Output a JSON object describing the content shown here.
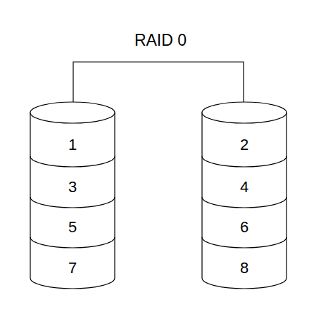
{
  "diagram": {
    "title": "RAID 0",
    "nodes": [
      {
        "text": [
          "1"
        ]
      },
      {
        "text": [
          "2"
        ]
      },
      {
        "text": [
          "3"
        ]
      },
      {
        "text": [
          "4"
        ]
      },
      {
        "text": [
          "5"
        ]
      },
      {
        "text": [
          "6"
        ]
      },
      {
        "text": [
          "7"
        ]
      },
      {
        "text": [
          "8"
        ]
      }
    ]
  }
}
